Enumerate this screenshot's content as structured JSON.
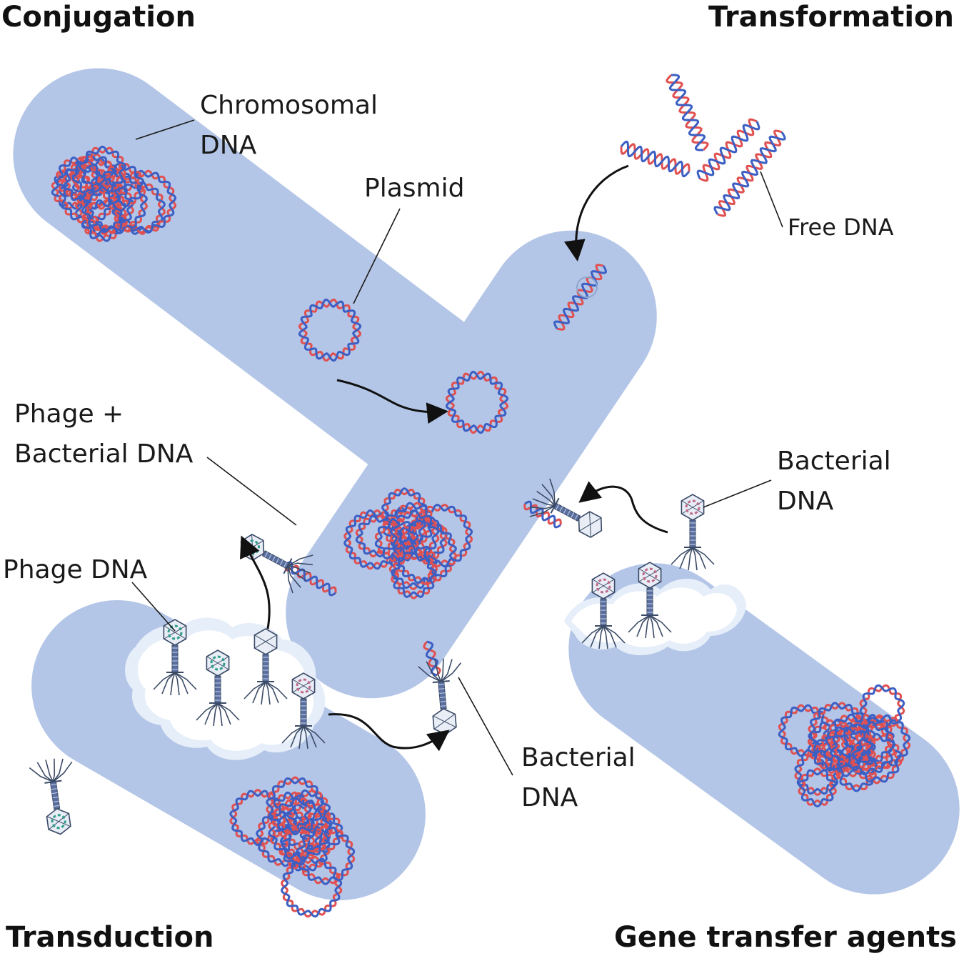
{
  "headings": {
    "conjugation": "Conjugation",
    "transformation": "Transformation",
    "transduction": "Transduction",
    "gene_transfer_agents": "Gene transfer agents"
  },
  "labels": {
    "chromosomal_line1": "Chromosomal",
    "chromosomal_line2": "DNA",
    "plasmid": "Plasmid",
    "free_dna": "Free DNA",
    "phage_bacterial_line1": "Phage +",
    "phage_bacterial_line2": "Bacterial DNA",
    "phage_dna": "Phage DNA",
    "bacterial_dna_right_line1": "Bacterial",
    "bacterial_dna_right_line2": "DNA",
    "bacterial_dna_bottom_line1": "Bacterial",
    "bacterial_dna_bottom_line2": "DNA"
  },
  "colors": {
    "cell_fill": "#b4c6e7",
    "dna_red": "#e05050",
    "dna_blue": "#3c5fc4",
    "phage_line": "#3a4a66",
    "phage_dna_green": "#2e9e8a",
    "phage_dna_pink": "#c06a8a",
    "lysis_white": "#ffffff",
    "arrow": "#111111"
  },
  "icons": [
    "bacterial-cell",
    "chromosomal-dna",
    "plasmid-ring",
    "free-dna-helix",
    "bacteriophage",
    "pilus-bridge",
    "transfer-arrow"
  ]
}
